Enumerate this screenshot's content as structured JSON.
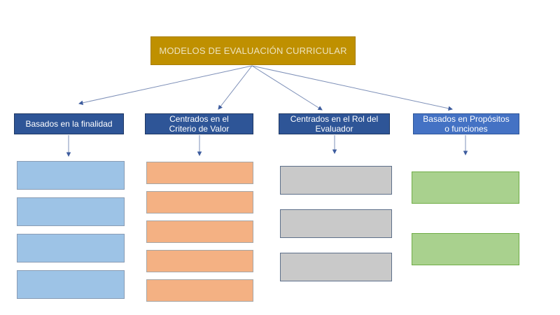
{
  "title": "MODELOS DE EVALUACIÓN CURRICULAR",
  "branches": [
    {
      "lines": [
        "Basados en la finalidad"
      ],
      "item_count": 4,
      "item_fill": "#9DC3E6"
    },
    {
      "lines": [
        "Centrados en el",
        "Criterio de Valor"
      ],
      "item_count": 5,
      "item_fill": "#F4B183"
    },
    {
      "lines": [
        "Centrados en el Rol del",
        "Evaluador"
      ],
      "item_count": 3,
      "item_fill": "#C9C9C9"
    },
    {
      "lines": [
        "Basados en Propósitos",
        "o funciones"
      ],
      "item_count": 2,
      "item_fill": "#A9D18E"
    }
  ],
  "colors": {
    "background": "#FFFFFF",
    "gold-fill": "#BF9000",
    "gold-border": "#A87E08",
    "gold-text": "#EDE3BE",
    "hdr-dark-fill": "#2E5597",
    "hdr-dark-border": "#1F3864",
    "hdr-light-fill": "#4472C4",
    "hdr-light-border": "#2E5597",
    "hdr-text": "#FFFFFF",
    "col1-fill": "#9DC3E6",
    "col1-border": "#8A9CB4",
    "col2-fill": "#F4B183",
    "col2-border": "#A6A6A6",
    "col3-fill": "#C9C9C9",
    "col3-border": "#5D6F8A",
    "col4-fill": "#A9D18E",
    "col4-border": "#70AD47",
    "connector": "#7E90B8",
    "arrowhead": "#3D5C9E"
  }
}
